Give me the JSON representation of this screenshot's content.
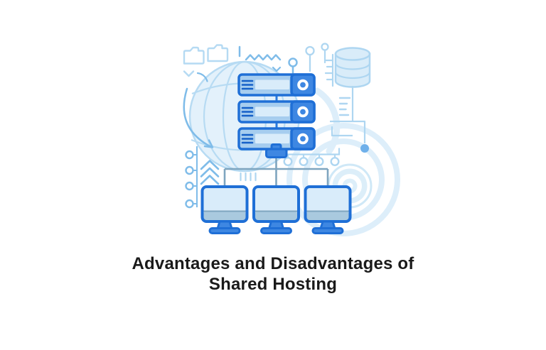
{
  "page": {
    "background_color": "#ffffff"
  },
  "illustration": {
    "description": "Illustration of shared hosting: a rack of three servers connected to three client computers, surrounded by web, database and network doodles",
    "server_count": 3,
    "client_monitor_count": 3,
    "components": [
      "globe-icon",
      "folder-icon",
      "zigzag-line",
      "node-pin-icon",
      "database-cylinder-icon",
      "ruler-lines",
      "server-rack-icon",
      "power-plug-icon",
      "connection-tree-lines",
      "client-monitor-icon",
      "chevron-marks",
      "bead-chain",
      "circle-chain",
      "target-icon",
      "circuit-lines"
    ],
    "colors": {
      "outline_strong": "#1f6fd6",
      "accent_fill": "#3e87e2",
      "server_body": "#a6cdef",
      "screen_fill": "#d9ecfa",
      "monitor_chin": "#a9c9de",
      "connector_line": "#7fa5bf",
      "doodle_light": "#aed6f1",
      "doodle_medium": "#7fbce9",
      "globe_fill": "#e3f1fb",
      "globe_stroke": "#b7dbf3",
      "halo_fill": "#ddeefa",
      "dot_fill": "#6fb0ea"
    }
  },
  "caption": {
    "line1": "Advantages and Disadvantages of",
    "line2": "Shared Hosting",
    "text_color": "#1a1a1a"
  }
}
